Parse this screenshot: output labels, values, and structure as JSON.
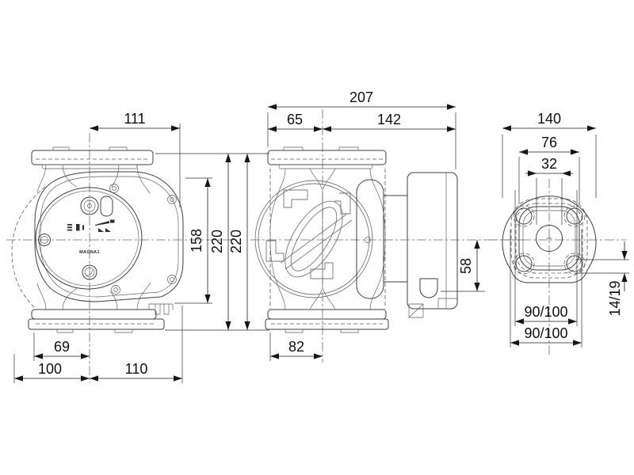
{
  "drawing": {
    "brand_label": "MAGNA1",
    "front_view": {
      "dim_top_width": "111",
      "dim_height_inner": "158",
      "dim_height_overall": "220",
      "dim_base_offset": "69",
      "dim_base_left": "100",
      "dim_base_right": "110"
    },
    "side_view": {
      "dim_total_length": "207",
      "dim_left_length": "65",
      "dim_right_length": "142",
      "dim_height_overall": "220",
      "dim_cable_drop": "58",
      "dim_base_width": "82"
    },
    "end_view": {
      "dim_flange_width": "140",
      "dim_port_width": "76",
      "dim_bore": "32",
      "dim_bolt_circle_upper": "90/100",
      "dim_bolt_circle_lower": "90/100",
      "dim_flange_thickness": "14/19"
    }
  },
  "colors": {
    "line": "#3f3f3f",
    "dim": "#1c1c1c",
    "background": "#ffffff"
  }
}
